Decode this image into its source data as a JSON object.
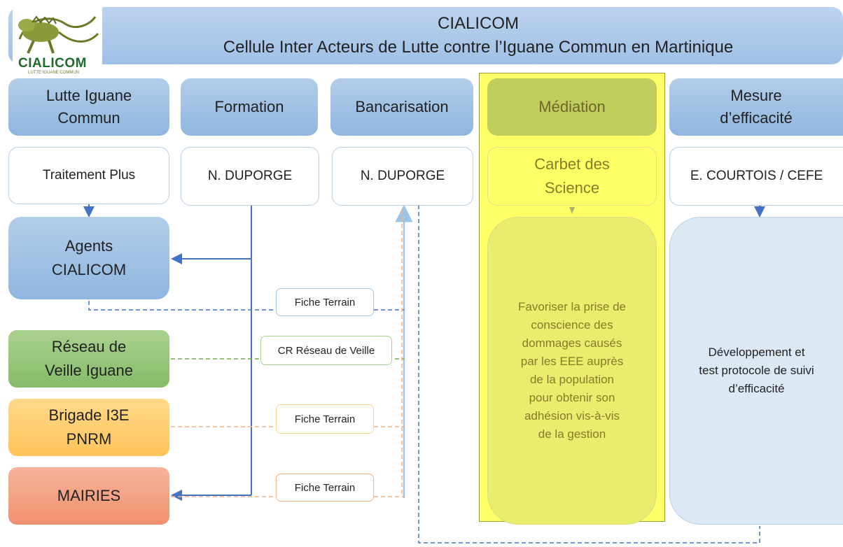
{
  "logo": {
    "text": "CIALICOM",
    "subtext": "LUTTE IGUANE COMMUN"
  },
  "header": {
    "title": "CIALICOM",
    "subtitle": "Cellule Inter Acteurs de Lutte contre l’Iguane Commun en Martinique"
  },
  "columns": {
    "lutte": {
      "line1": "Lutte Iguane",
      "line2": "Commun",
      "actor": "Traitement Plus"
    },
    "formation": {
      "title": "Formation",
      "actor": "N. DUPORGE"
    },
    "bancarisation": {
      "title": "Bancarisation",
      "actor": "N. DUPORGE"
    },
    "mediation": {
      "title": "Médiation",
      "actor_line1": "Carbet des",
      "actor_line2": "Science",
      "desc": [
        "Favoriser la prise de",
        "conscience des",
        "dommages causés",
        "par les EEE auprès",
        "de la population",
        "pour obtenir son",
        "adhésion vis-à-vis",
        "de la gestion"
      ]
    },
    "efficacite": {
      "line1": "Mesure",
      "line2": "d’efficacité",
      "actor": "E. COURTOIS / CEFE",
      "desc": [
        "Développement et",
        "test protocole de suivi",
        "d’efficacité"
      ]
    }
  },
  "left_boxes": {
    "agents": {
      "line1": "Agents",
      "line2": "CIALICOM"
    },
    "reseau": {
      "line1": "Réseau de",
      "line2": "Veille Iguane"
    },
    "brigade": {
      "line1": "Brigade I3E",
      "line2": "PNRM"
    },
    "mairies": {
      "label": "MAIRIES"
    }
  },
  "connector_labels": {
    "fiche1": "Fiche Terrain",
    "cr": "CR Réseau de Veille",
    "fiche2": "Fiche Terrain",
    "fiche3": "Fiche Terrain"
  },
  "colors": {
    "blue_box": "#9dbfe4",
    "green_box": "#93c47d",
    "orange_box": "#ffc966",
    "red_box": "#f19b7a",
    "mediation_highlight": "#ffff66",
    "line_blue": "#4472c4",
    "line_green": "#70ad47",
    "line_orange": "#f4b183",
    "line_lightblue": "#9dc3e6"
  }
}
